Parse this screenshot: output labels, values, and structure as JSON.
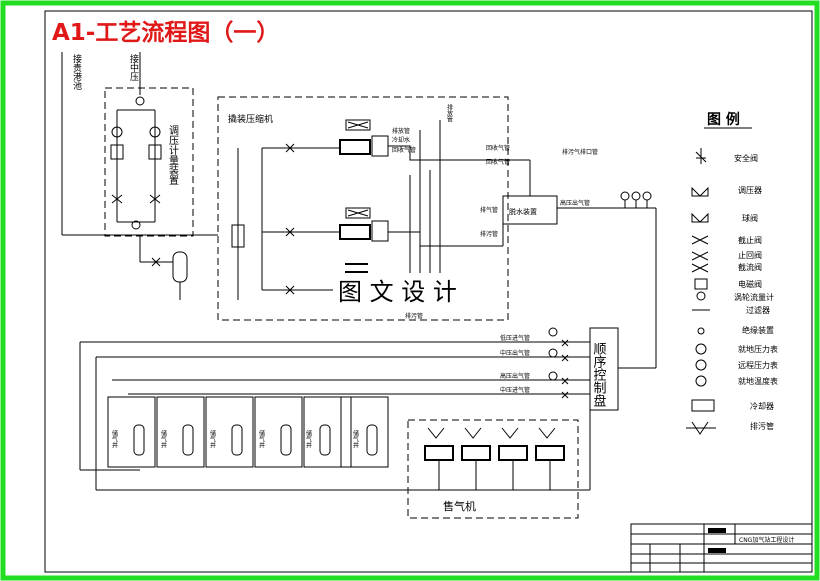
{
  "title": "A1-工艺流程图（一）",
  "colors": {
    "frame_border": "#22dd22",
    "title_text": "#e01818",
    "line": "#000000",
    "sheet_bg": "#ffffff"
  },
  "left_labels": {
    "gas_pipeline": "接贵港池",
    "medium_pressure": "接中压"
  },
  "regulator_station_label": "调压计量装置",
  "compressor_label": "撬装压缩机",
  "small_labels": {
    "c1": "排放管",
    "c2": "冷却水",
    "c3": "回收气管",
    "exhaust": "排放管",
    "return_gas": "回收气管",
    "to_atm": "排污气排口管",
    "gas_line": "排气管",
    "high_line": "高压出气管",
    "sewage": "排污管",
    "bottom": "排污管",
    "dehydrator": "脱水装置"
  },
  "watermark": "图 文 设 计",
  "control_panel_label": "顺序控制盘",
  "pressure_lines": [
    "低压进气管",
    "中压出气管",
    "高压出气管",
    "中压进气管"
  ],
  "storage_wells": [
    "储气井",
    "储气井",
    "储气井",
    "储气井",
    "储气井",
    "储气井"
  ],
  "dispenser_label": "售气机",
  "legend": {
    "title": "图 例",
    "items": [
      {
        "icon": "safety-valve-icon",
        "label": "安全阀"
      },
      {
        "icon": "pressure-regulator-icon",
        "label": "调压器"
      },
      {
        "icon": "ball-valve-icon",
        "label": "球阀"
      },
      {
        "icon": "shutoff-valve-icon",
        "label": "截止阀"
      },
      {
        "icon": "check-valve-icon",
        "label": "止回阀"
      },
      {
        "icon": "throttle-valve-icon",
        "label": "截流阀"
      },
      {
        "icon": "solenoid-valve-icon",
        "label": "电磁阀"
      },
      {
        "icon": "turbine-flowmeter-icon",
        "label": "涡轮流量计"
      },
      {
        "icon": "filter-icon",
        "label": "过滤器"
      },
      {
        "icon": "insulating-joint-icon",
        "label": "绝缘装置"
      },
      {
        "icon": "local-pressure-gauge-icon",
        "label": "就地压力表"
      },
      {
        "icon": "remote-pressure-gauge-icon",
        "label": "远程压力表"
      },
      {
        "icon": "local-thermometer-icon",
        "label": "就地温度表"
      },
      {
        "icon": "cooler-icon",
        "label": "冷却器"
      },
      {
        "icon": "drain-pipe-icon",
        "label": "排污管"
      }
    ]
  },
  "title_block": {
    "project_name": "CNG加气站工程设计"
  }
}
